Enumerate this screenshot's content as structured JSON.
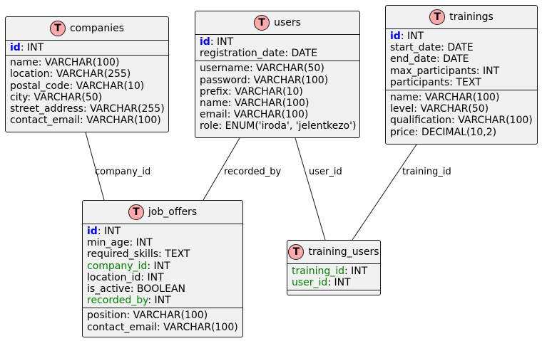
{
  "colors": {
    "primary_key": "#0000ff",
    "foreign_key": "#008000",
    "entity_bg": "#f1f1f1",
    "icon_bg": "#ffaaaa"
  },
  "entity_icon_letter": "T",
  "entities": {
    "companies": {
      "title": "companies",
      "keys": [
        {
          "name": "id",
          "type": ": INT",
          "role": "pk"
        }
      ],
      "fields": [
        "name: VARCHAR(100)",
        "location: VARCHAR(255)",
        "postal_code: VARCHAR(10)",
        "city: VARCHAR(50)",
        "street_address: VARCHAR(255)",
        "contact_email: VARCHAR(100)"
      ]
    },
    "users": {
      "title": "users",
      "keys": [
        {
          "name": "id",
          "type": ": INT",
          "role": "pk"
        },
        {
          "name": "",
          "type": "registration_date: DATE",
          "role": "plain"
        }
      ],
      "fields": [
        "username: VARCHAR(50)",
        "password: VARCHAR(100)",
        "prefix: VARCHAR(10)",
        "name: VARCHAR(100)",
        "email: VARCHAR(100)",
        "role: ENUM('iroda', 'jelentkezo')"
      ]
    },
    "trainings": {
      "title": "trainings",
      "keys": [
        {
          "name": "id",
          "type": ": INT",
          "role": "pk"
        },
        {
          "name": "",
          "type": "start_date: DATE",
          "role": "plain"
        },
        {
          "name": "",
          "type": "end_date: DATE",
          "role": "plain"
        },
        {
          "name": "",
          "type": "max_participants: INT",
          "role": "plain"
        },
        {
          "name": "",
          "type": "participants: TEXT",
          "role": "plain"
        }
      ],
      "fields": [
        "name: VARCHAR(100)",
        "level: VARCHAR(50)",
        "qualification: VARCHAR(100)",
        "price: DECIMAL(10,2)"
      ]
    },
    "job_offers": {
      "title": "job_offers",
      "keys": [
        {
          "name": "id",
          "type": ": INT",
          "role": "pk"
        },
        {
          "name": "",
          "type": "min_age: INT",
          "role": "plain"
        },
        {
          "name": "",
          "type": "required_skills: TEXT",
          "role": "plain"
        },
        {
          "name": "company_id",
          "type": ": INT",
          "role": "fk"
        },
        {
          "name": "",
          "type": "location_id: INT",
          "role": "plain"
        },
        {
          "name": "",
          "type": "is_active: BOOLEAN",
          "role": "plain"
        },
        {
          "name": "recorded_by",
          "type": ": INT",
          "role": "fk"
        }
      ],
      "fields": [
        "position: VARCHAR(100)",
        "contact_email: VARCHAR(100)"
      ]
    },
    "training_users": {
      "title": "training_users",
      "keys": [
        {
          "name": "training_id",
          "type": ": INT",
          "role": "fk"
        },
        {
          "name": "user_id",
          "type": ": INT",
          "role": "fk"
        }
      ],
      "fields": []
    }
  },
  "relations": [
    {
      "id": "company",
      "label": "company_id"
    },
    {
      "id": "recorded",
      "label": "recorded_by"
    },
    {
      "id": "user",
      "label": "user_id"
    },
    {
      "id": "training",
      "label": "training_id"
    }
  ]
}
